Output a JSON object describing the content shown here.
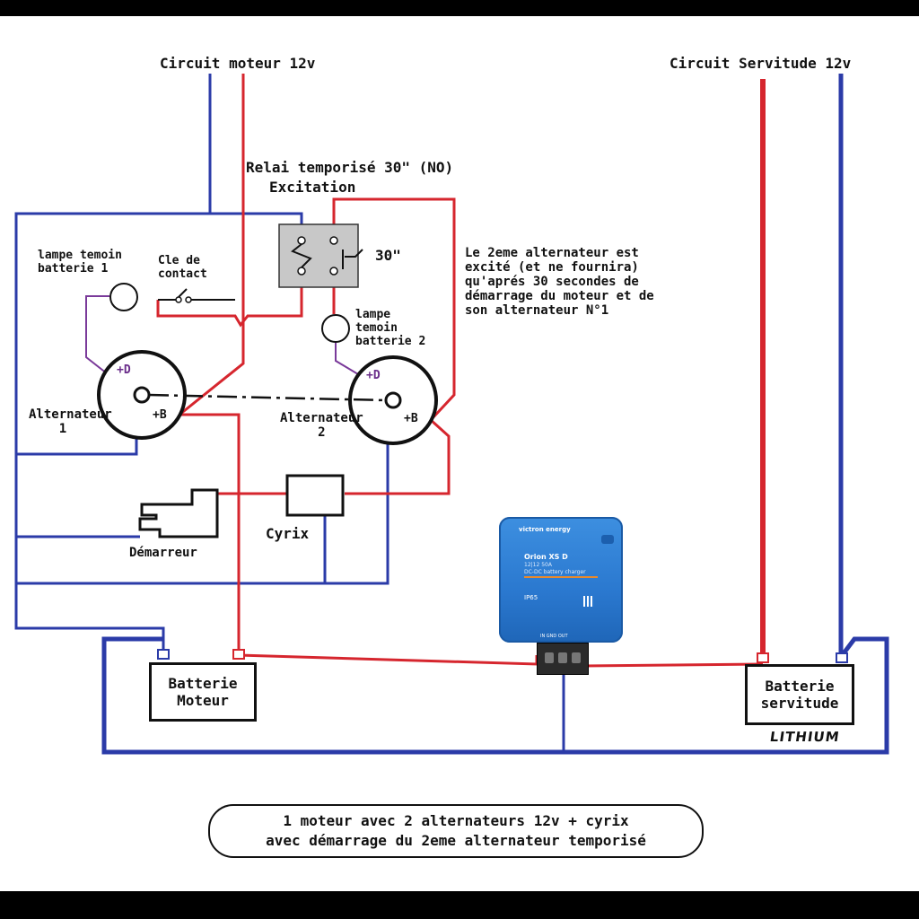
{
  "labels": {
    "circuit_moteur": "Circuit moteur 12v",
    "circuit_servitude": "Circuit Servitude 12v",
    "relai_title": "Relai temporisé 30\" (NO)",
    "relai_excitation": "Excitation",
    "relai_30": "30\"",
    "lampe1": "lampe temoin\nbatterie 1",
    "cle": "Cle de\ncontact",
    "lampe2": "lampe\ntemoin\nbatterie 2",
    "note": "Le 2eme alternateur est\nexcité (et ne fournira)\nqu'aprés 30 secondes de\ndémarrage du moteur et de\nson alternateur N°1",
    "plus_d": "+D",
    "plus_b": "+B",
    "alt1": "Alternateur\n    1",
    "alt2": "Alternateur\n     2",
    "demarreur": "Démarreur",
    "cyrix": "Cyrix",
    "batterie_moteur": "Batterie\nMoteur",
    "batterie_servitude": "Batterie\nservitude",
    "lithium": "LITHIUM",
    "footer_line1": "1 moteur avec 2 alternateurs 12v + cyrix",
    "footer_line2": "avec démarrage du 2eme alternateur temporisé"
  },
  "orion": {
    "brand": "victron energy",
    "model": "Orion XS D",
    "spec": "12|12  50A",
    "spec2": "DC-DC battery charger",
    "ip": "IP65",
    "ports": "IN   GND   OUT"
  },
  "colors": {
    "positive_wire": "#d6262e",
    "negative_wire": "#2b3ba8",
    "excitation_wire": "#7a3a9a",
    "device_blue": "#2a78cf"
  }
}
